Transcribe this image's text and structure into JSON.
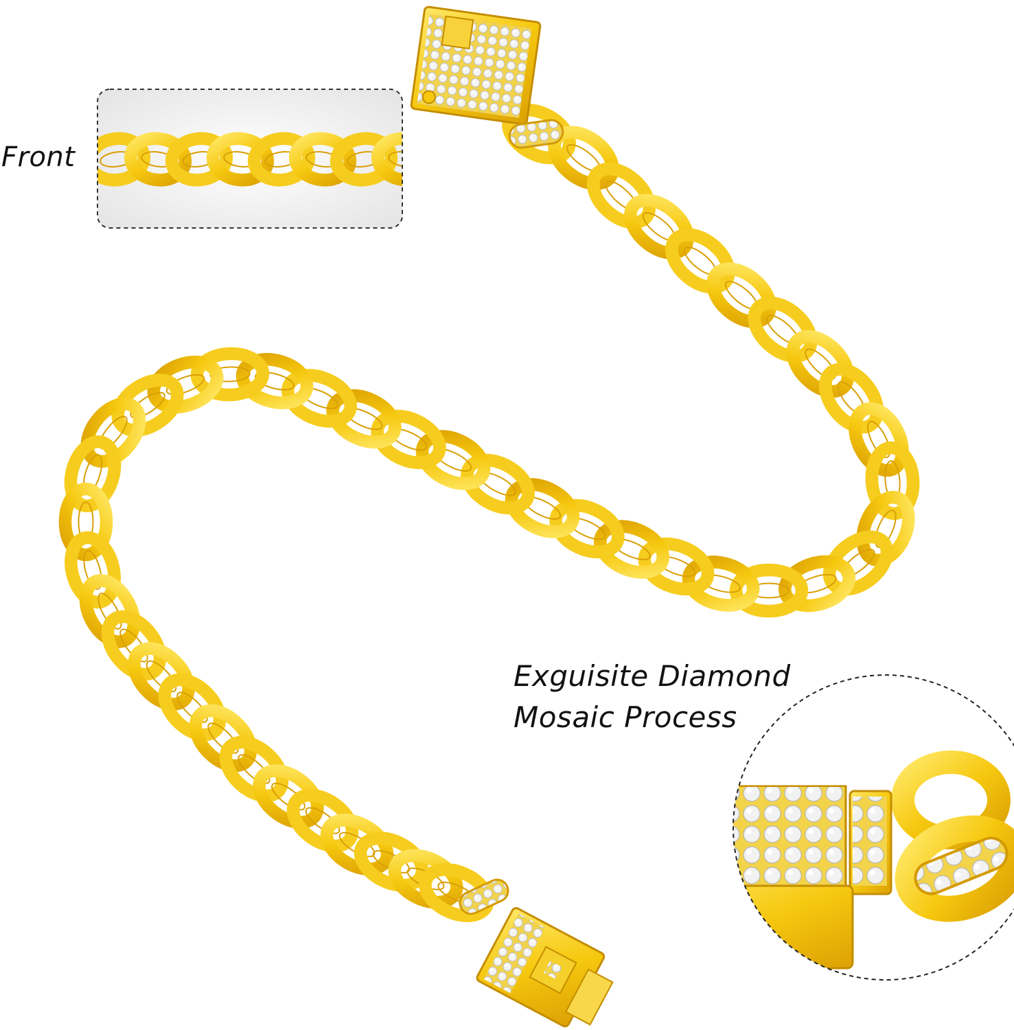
{
  "labels": {
    "front": "Front",
    "feature_line1": "Exguisite Diamond",
    "feature_line2": "Mosaic Process"
  },
  "colors": {
    "gold": "#f6cd1f",
    "gold_dark": "#d99f05",
    "gold_light": "#ffeb7a",
    "diamond": "#eeeeee",
    "inset_bg": "#ececec"
  }
}
